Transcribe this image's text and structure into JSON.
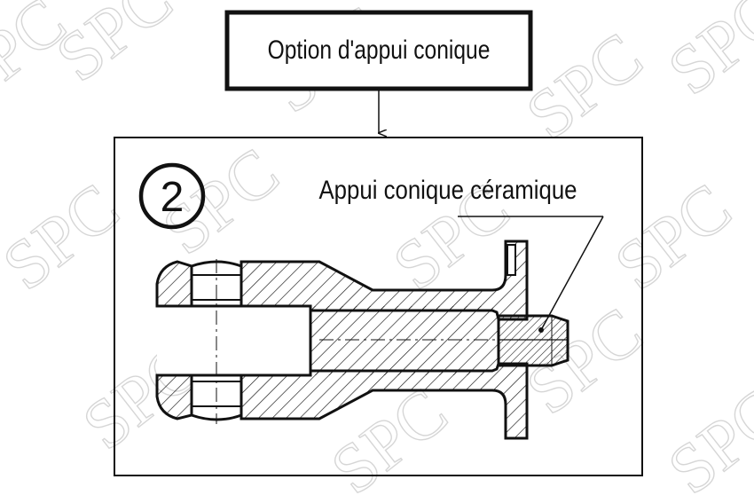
{
  "title_box": {
    "text": "Option d'appui conique"
  },
  "view": {
    "number": "2",
    "callout": "Appui conique céramique"
  },
  "watermark": {
    "text": "SPC",
    "color": "#d6d6d6"
  },
  "colors": {
    "ink": "#111111",
    "background": "#ffffff"
  }
}
